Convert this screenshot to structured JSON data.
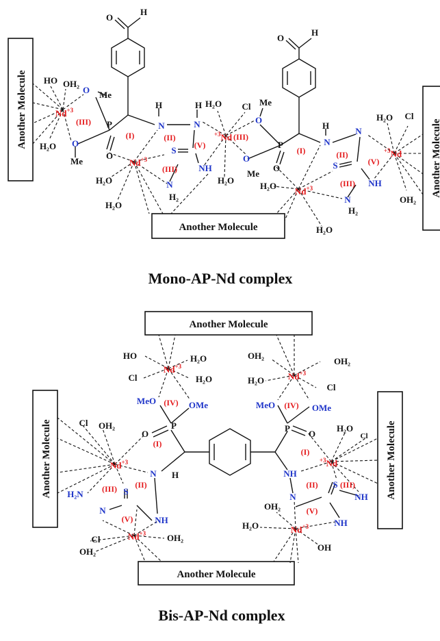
{
  "captions": {
    "mono": "Mono-AP-Nd complex",
    "bis": "Bis-AP-Nd complex"
  },
  "box_label": "Another Molecule",
  "atoms": {
    "nd": "Nd",
    "nd_charge": "+3",
    "p": "P",
    "o": "O",
    "s": "S",
    "n": "N",
    "h": "H",
    "nh": "NH",
    "h2o": "H₂O",
    "oh2": "OH₂",
    "oh": "OH",
    "ho": "HO",
    "cl": "Cl",
    "me": "Me",
    "ome": "OMe",
    "meo": "MeO",
    "h2": "H₂",
    "h2n": "H₂N"
  },
  "roman": {
    "i": "(I)",
    "ii": "(II)",
    "iii": "(III)",
    "iv": "(IV)",
    "v": "(V)"
  }
}
